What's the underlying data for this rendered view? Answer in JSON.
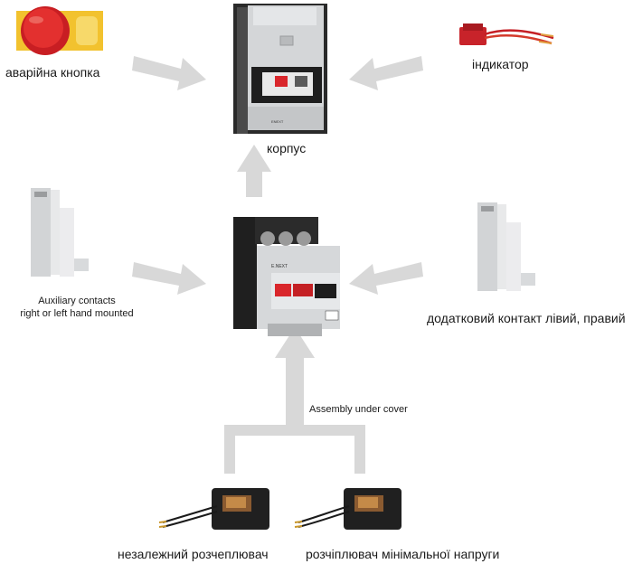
{
  "labels": {
    "emergency_button": "аварійна кнопка",
    "indicator": "індикатор",
    "housing": "корпус",
    "aux_contacts_line1": "Auxiliary contacts",
    "aux_contacts_line2": "right or left hand mounted",
    "aux_contact_ua": "додатковий контакт лівий, правий",
    "assembly": "Assembly under cover",
    "shunt_release": "незалежний розчеплювач",
    "undervoltage_release": "розчіплювач мінімальної напруги",
    "brand": "E.NEXT",
    "housing_brand": "ENEXT"
  },
  "colors": {
    "arrow": "#d6d6d6",
    "red": "#d9262b",
    "yellow": "#f2c22e"
  }
}
